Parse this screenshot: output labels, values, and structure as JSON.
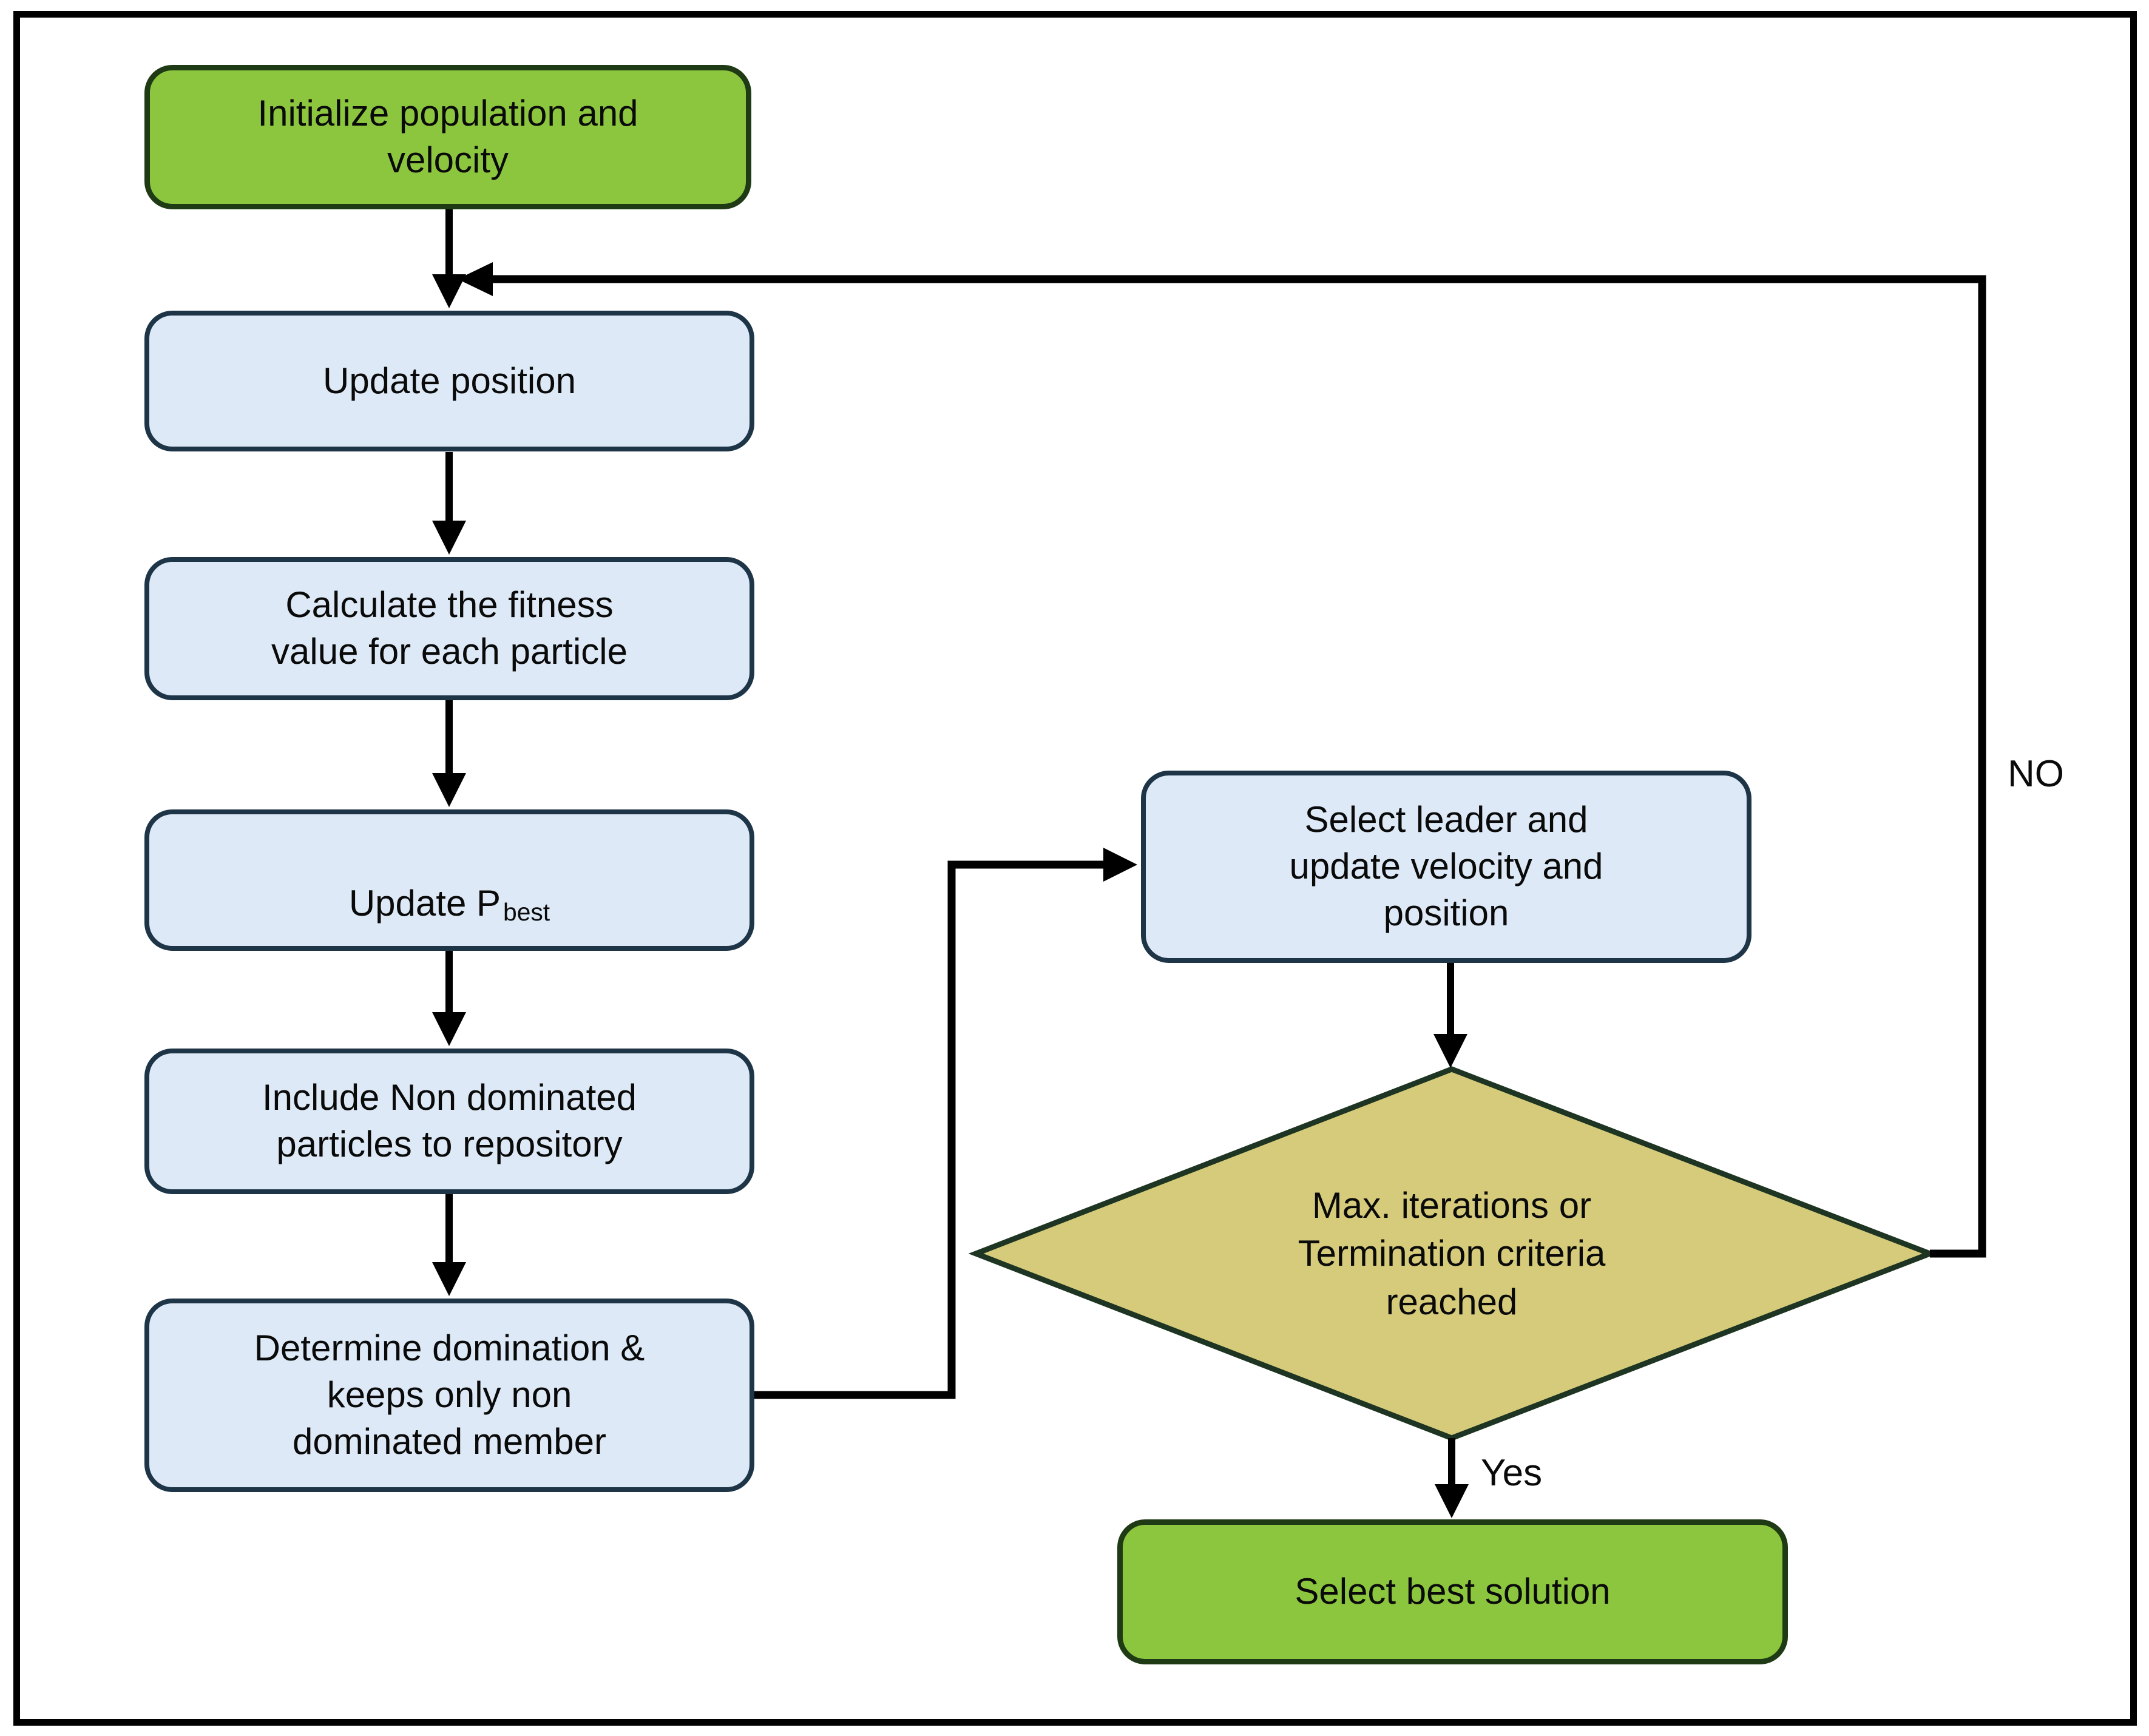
{
  "diagram": {
    "type": "flowchart",
    "topic": "particle-swarm-optimization-loop",
    "colors": {
      "start_end_fill": "#8cc63e",
      "start_end_border": "#1f3b15",
      "process_fill": "#dde9f6",
      "process_border": "#1e3548",
      "decision_fill": "#d6cb7b",
      "decision_border": "#1d3522",
      "connector": "#000000",
      "text": "#0a0a0a",
      "background": "#ffffff"
    },
    "nodes": {
      "init": {
        "type": "start",
        "label": "Initialize population and\nvelocity"
      },
      "update_position": {
        "type": "process",
        "label": "Update position"
      },
      "calc_fitness": {
        "type": "process",
        "label": "Calculate the fitness\nvalue for each particle"
      },
      "update_pbest": {
        "type": "process",
        "label_main": "Update P",
        "label_sub": "best"
      },
      "include_nondominated": {
        "type": "process",
        "label": "Include Non dominated\nparticles to repository"
      },
      "determine_domination": {
        "type": "process",
        "label": "Determine domination &\nkeeps only non\ndominated member"
      },
      "select_leader": {
        "type": "process",
        "label": "Select leader and\nupdate velocity and\nposition"
      },
      "termination_check": {
        "type": "decision",
        "label": "Max. iterations or\nTermination criteria\nreached"
      },
      "select_best": {
        "type": "end",
        "label": "Select best solution"
      }
    },
    "edge_labels": {
      "no": "NO",
      "yes": "Yes"
    }
  }
}
